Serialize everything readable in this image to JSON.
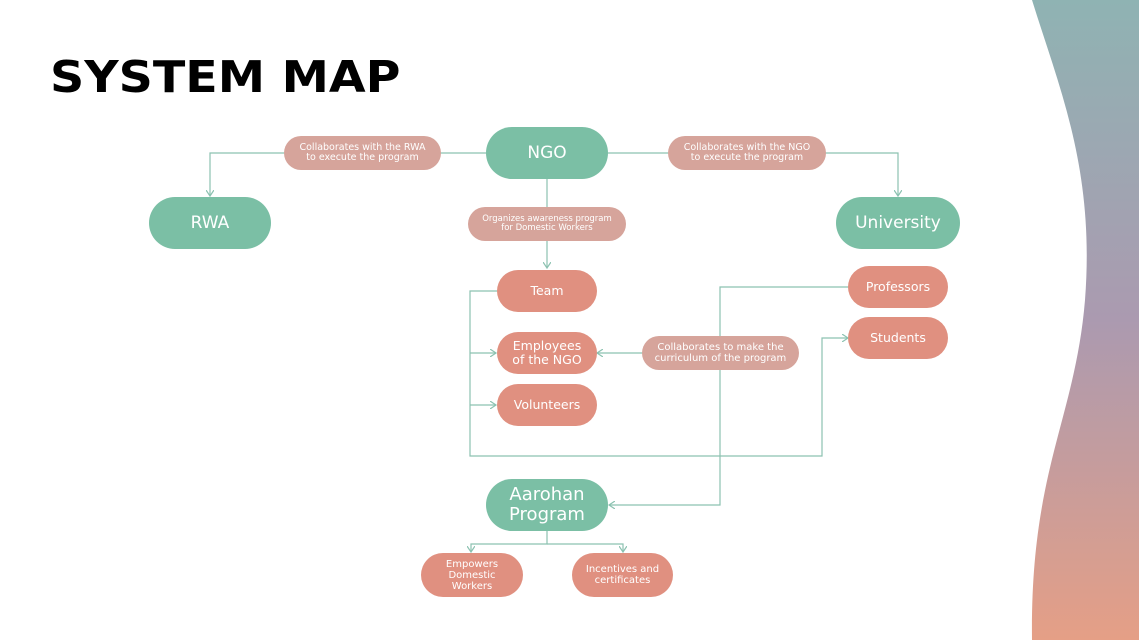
{
  "title": "SYSTEM MAP",
  "colors": {
    "primary_node": "#7bbfa5",
    "secondary_node": "#e09080",
    "connector_label": "#d6a49b",
    "connector_line": "#8cc2b1"
  },
  "nodes": {
    "ngo": "NGO",
    "rwa": "RWA",
    "university": "University",
    "team": "Team",
    "employees": "Employees\nof the NGO",
    "volunteers": "Volunteers",
    "professors": "Professors",
    "students": "Students",
    "aarohan": "Aarohan\nProgram",
    "empowers": "Empowers\nDomestic\nWorkers",
    "incentives": "Incentives and\ncertificates"
  },
  "labels": {
    "rwa_link": "Collaborates with the RWA\nto execute the program",
    "university_link": "Collaborates with the NGO\nto execute the program",
    "awareness": "Organizes awareness program\nfor Domestic Workers",
    "curriculum": "Collaborates to make the\ncurriculum of the program"
  }
}
